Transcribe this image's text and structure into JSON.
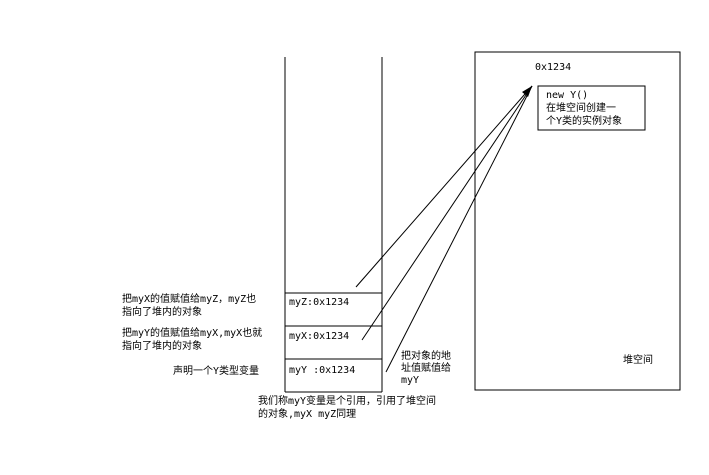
{
  "stack": {
    "slots": [
      {
        "label": "myZ:0x1234"
      },
      {
        "label": "myX:0x1234"
      },
      {
        "label": "myY :0x1234"
      }
    ]
  },
  "heap": {
    "label": "堆空间",
    "address": "0x1234",
    "object": {
      "line1": "new Y()",
      "line2": "在堆空间创建一",
      "line3": "个Y类的实例对象"
    }
  },
  "annotations": {
    "myz_line1": "把myX的值赋值给myZ，myZ也",
    "myz_line2": "指向了堆内的对象",
    "myx_line1": "把myY的值赋值给myX,myX也就",
    "myx_line2": "指向了堆内的对象",
    "myy": "声明一个Y类型变量",
    "addr_line1": "把对象的地",
    "addr_line2": "址值赋值给",
    "addr_line3": "myY",
    "bottom_line1": "我们称myY变量是个引用，引用了堆空间",
    "bottom_line2": "的对象,myX  myZ同理"
  }
}
